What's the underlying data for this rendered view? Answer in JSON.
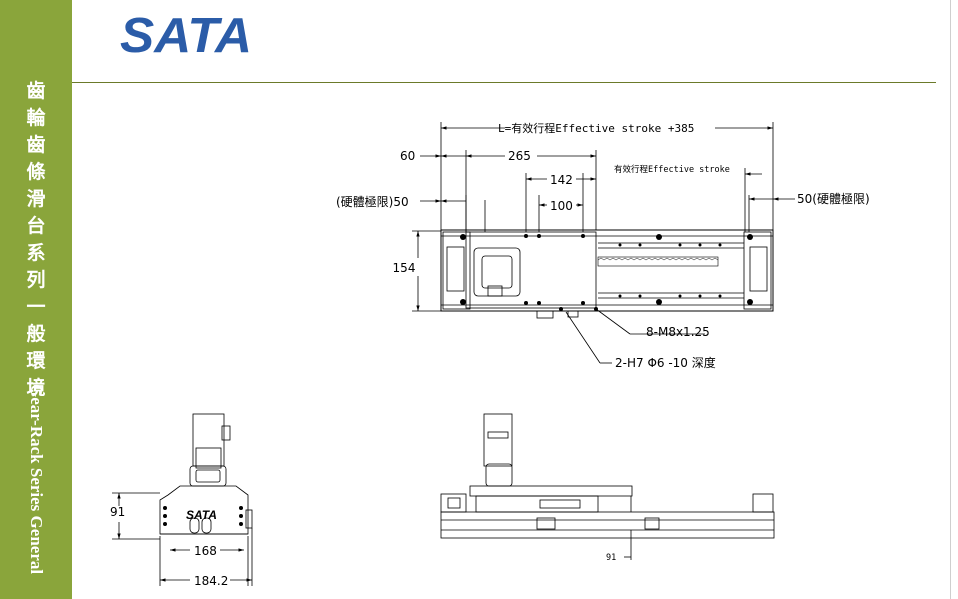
{
  "brand": {
    "logo_text": "SATA",
    "logo_color": "#2b5ca8",
    "sidebar_color": "#8aa53b"
  },
  "sidebar": {
    "title_cn": [
      "齒",
      "輪",
      "齒",
      "條",
      "滑",
      "台",
      "系",
      "列",
      "一",
      "般",
      "環",
      "境"
    ],
    "title_en": "Gear-Rack Series General"
  },
  "top_view": {
    "dim_L": "L=有效行程Effective stroke +385",
    "dim_60": "60",
    "dim_265": "265",
    "dim_142": "142",
    "dim_100": "100",
    "dim_stroke": "有效行程Effective stroke",
    "dim_hard_left": "(硬體極限)50",
    "dim_hard_right": "50(硬體極限)",
    "dim_154": "154",
    "callout_m8": "8-M8x1.25",
    "callout_h7": "2-H7  Φ6 -10 深度"
  },
  "end_view": {
    "dim_91": "91",
    "dim_168": "168",
    "dim_184": "184.2",
    "logo_text": "SATA"
  },
  "side_view": {
    "dim_91": "91"
  }
}
